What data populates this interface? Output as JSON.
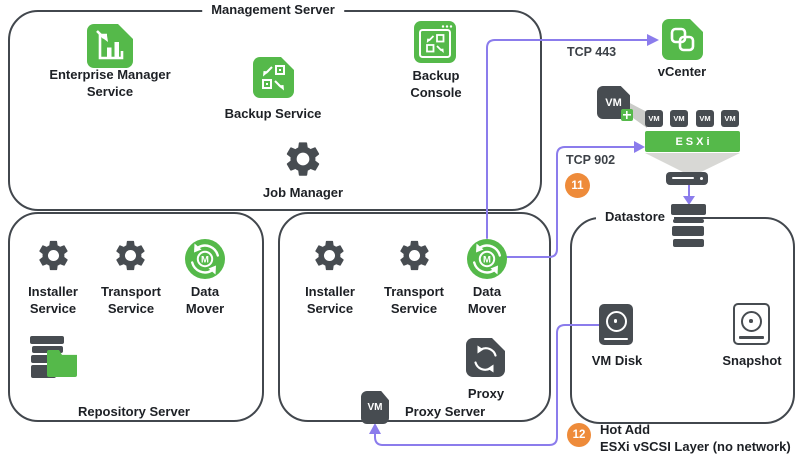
{
  "diagram": {
    "management_server": {
      "title": "Management Server",
      "enterprise_manager": {
        "line1": "Enterprise Manager",
        "line2": "Service"
      },
      "backup_service": {
        "label": "Backup Service"
      },
      "backup_console": {
        "line1": "Backup",
        "line2": "Console"
      },
      "job_manager": {
        "label": "Job Manager"
      }
    },
    "repository_server": {
      "title": "Repository Server",
      "installer": {
        "line1": "Installer",
        "line2": "Service"
      },
      "transport": {
        "line1": "Transport",
        "line2": "Service"
      },
      "data_mover": {
        "line1": "Data",
        "line2": "Mover",
        "letter": "M"
      }
    },
    "proxy_server": {
      "title": "Proxy Server",
      "installer": {
        "line1": "Installer",
        "line2": "Service"
      },
      "transport": {
        "line1": "Transport",
        "line2": "Service"
      },
      "data_mover": {
        "line1": "Data",
        "line2": "Mover",
        "letter": "M"
      },
      "proxy": {
        "label": "Proxy"
      }
    },
    "virtualization": {
      "vcenter": "vCenter",
      "esxi": "ESXi",
      "vm": "VM",
      "tcp_443": "TCP 443",
      "tcp_902": "TCP 902"
    },
    "datastore": {
      "title": "Datastore",
      "vm_disk": "VM Disk",
      "snapshot": "Snapshot"
    },
    "annotations": {
      "step11": "11",
      "step12": "12",
      "step12_line1": "Hot Add",
      "step12_line2": "ESXi vSCSI Layer (no network)"
    },
    "colors": {
      "green": "#55B94A",
      "dark_gray": "#474C51",
      "purple": "#8B7CEC",
      "orange": "#EE8B3A",
      "box_border": "#42474D"
    }
  }
}
